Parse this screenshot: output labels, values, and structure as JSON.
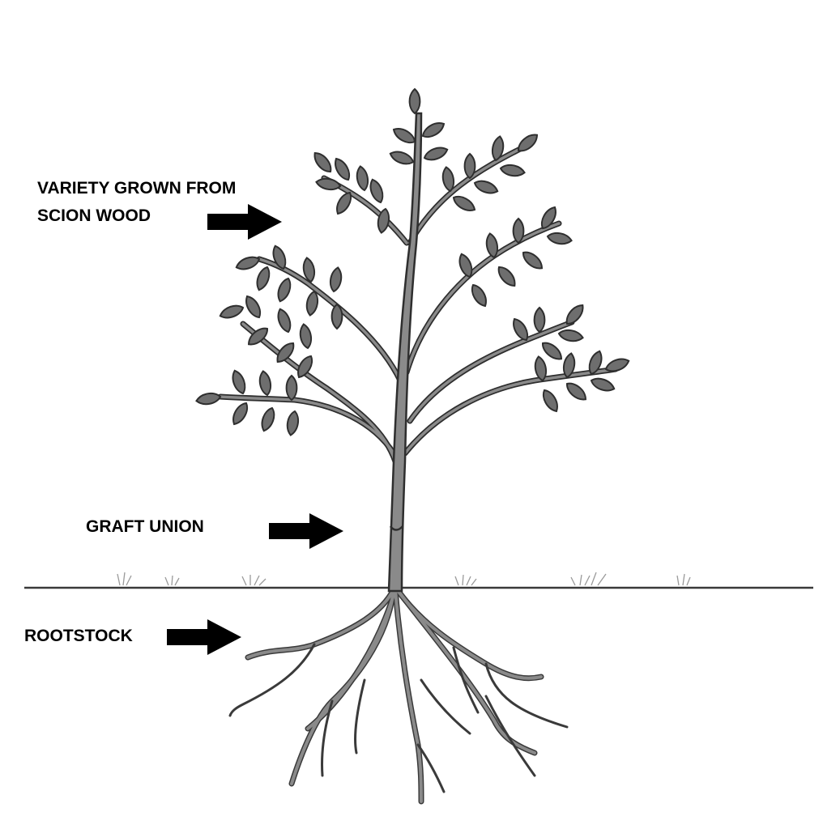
{
  "labels": {
    "scion_line1": "VARIETY GROWN FROM",
    "scion_line2": "SCION WOOD",
    "graft_union": "GRAFT UNION",
    "rootstock": "ROOTSTOCK"
  },
  "colors": {
    "text": "#000000",
    "arrow": "#000000",
    "trunk_fill": "#8a8a8a",
    "trunk_stroke": "#3a3a3a",
    "leaf_fill": "#6e6e6e",
    "leaf_stroke": "#2e2e2e",
    "ground_line": "#3a3a3a",
    "background": "#ffffff"
  },
  "icons": {
    "arrow": "arrow-right-icon"
  }
}
